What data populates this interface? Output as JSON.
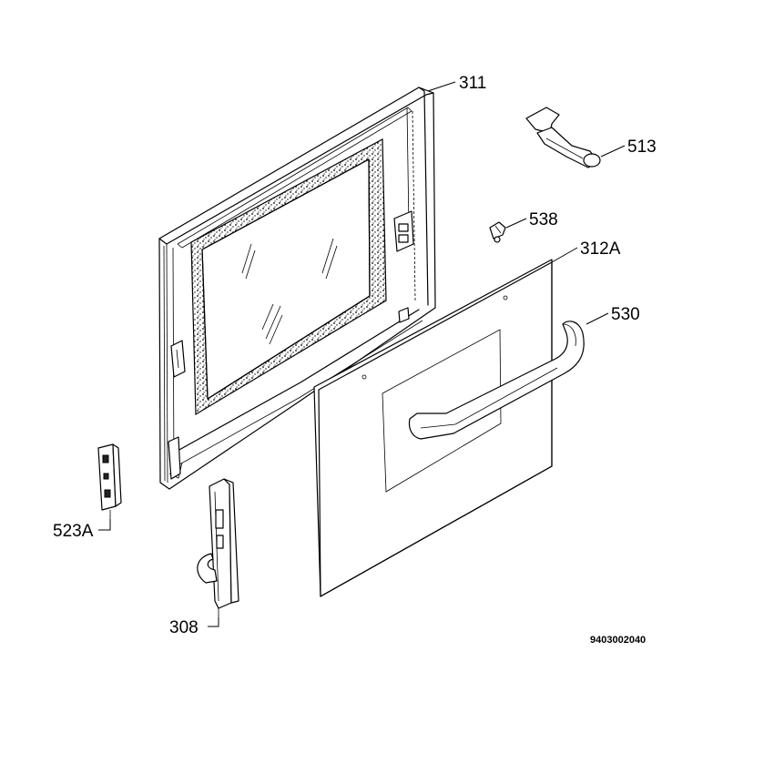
{
  "parts": [
    {
      "id": "p311",
      "label": "311"
    },
    {
      "id": "p513",
      "label": "513"
    },
    {
      "id": "p538",
      "label": "538"
    },
    {
      "id": "p312a",
      "label": "312A"
    },
    {
      "id": "p530",
      "label": "530"
    },
    {
      "id": "p523a",
      "label": "523A"
    },
    {
      "id": "p308",
      "label": "308"
    }
  ],
  "drawing_number": "9403002040"
}
